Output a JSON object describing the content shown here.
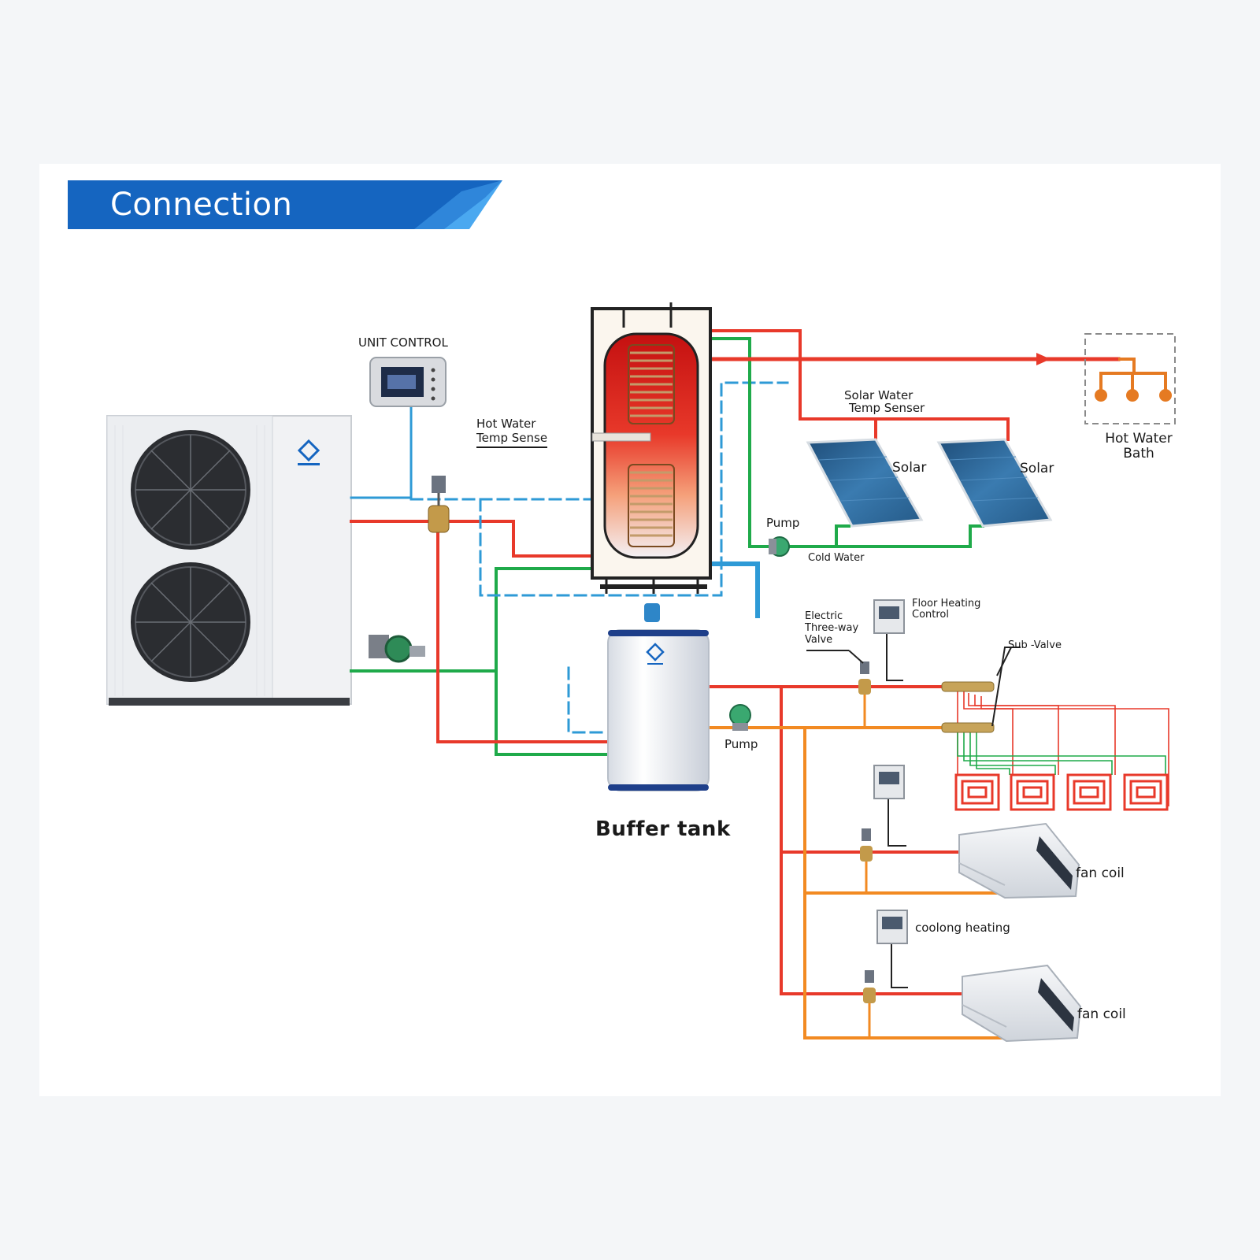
{
  "header": {
    "title": "Connection"
  },
  "labels": {
    "unit_control": "UNIT CONTROL",
    "hot_water_temp_sense": [
      "Hot Water",
      "Temp Sense"
    ],
    "solar_water_temp_senser": [
      "Solar Water",
      "Temp Senser"
    ],
    "solar_1": "Solar",
    "solar_2": "Solar",
    "hot_water_bath": [
      "Hot Water",
      "Bath"
    ],
    "pump_solar": "Pump",
    "cold_water": "Cold Water",
    "electric_three_way_valve": [
      "Electric",
      "Three-way",
      "Valve"
    ],
    "floor_heating_control": [
      "Floor Heating",
      "Control"
    ],
    "sub_valve": "Sub -Valve",
    "pump_buffer": "Pump",
    "buffer_tank": "Buffer tank",
    "fan_coil_1": "fan coil",
    "coolong_heating": "coolong heating",
    "fan_coil_2": "fan coil"
  },
  "colors": {
    "banner_blue": "#1565c0",
    "banner_light": "#42a5f5",
    "hot_pipe": "#e8392a",
    "return_pipe": "#f28a22",
    "green_pipe": "#1faa4a",
    "signal_line": "#2e9ad6"
  }
}
